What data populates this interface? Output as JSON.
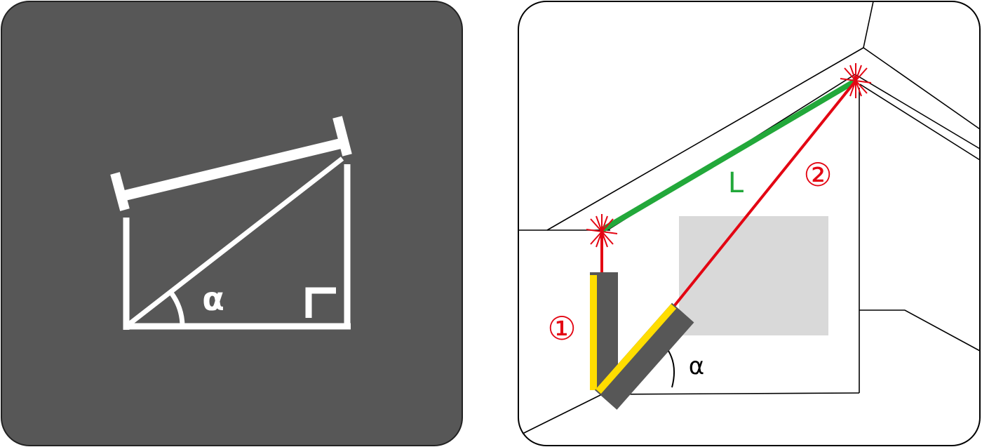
{
  "left_icon": {
    "angle_label": "α",
    "background_color": "#575757",
    "stroke_color": "#ffffff"
  },
  "right_diagram": {
    "step1_label": "①",
    "step2_label": "②",
    "length_label": "L",
    "angle_label": "α",
    "laser_color": "#e30613",
    "length_color": "#22a83a",
    "device_color": "#575757",
    "device_accent_color": "#ffdd00",
    "window_color": "#d9d9d9"
  }
}
